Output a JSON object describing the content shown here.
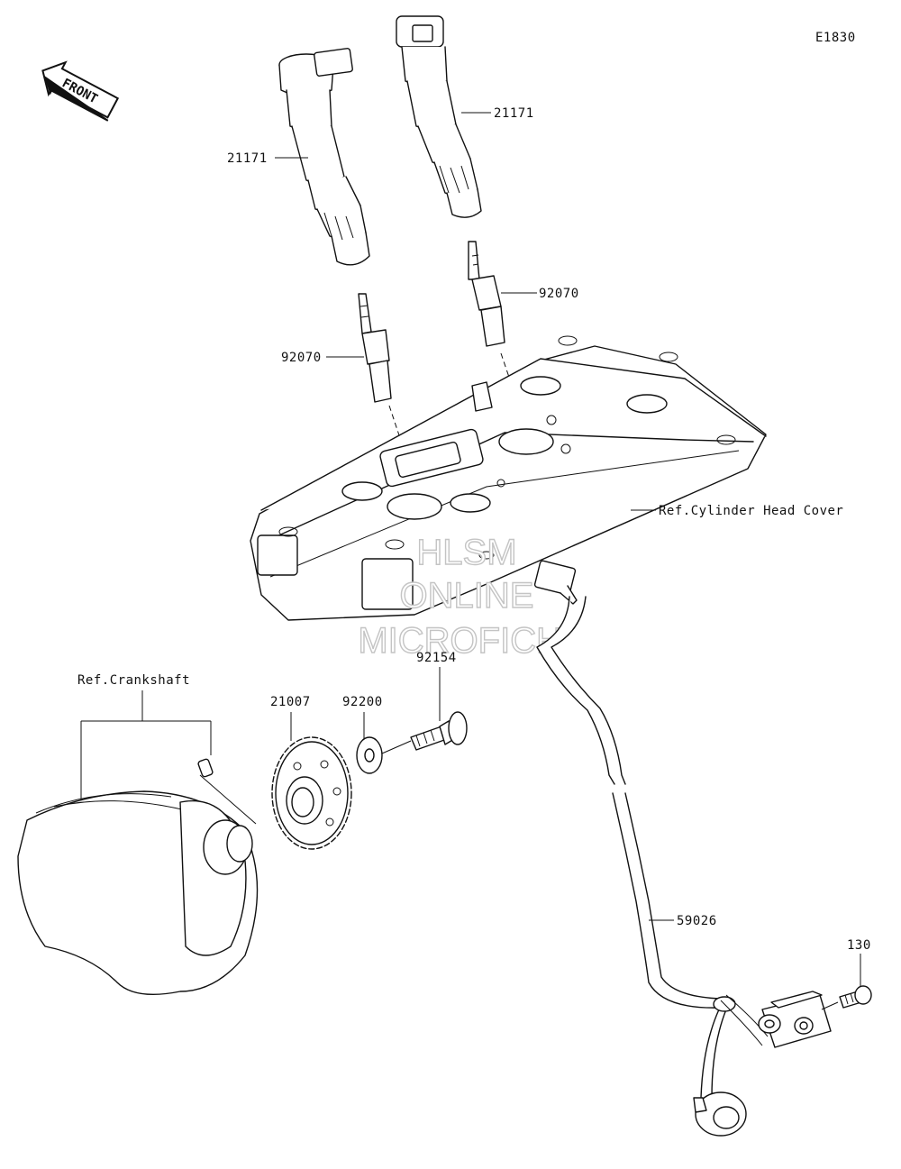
{
  "diagram_id": "E1830",
  "front_arrow_label": "FRONT",
  "watermark": {
    "line1": "HLSM",
    "line2": "ONLINE",
    "line3": "MICROFICHE"
  },
  "callouts": {
    "coil_left": "21171",
    "coil_right": "21171",
    "plug_right": "92070",
    "plug_left": "92070",
    "head_cover": "Ref.Cylinder Head Cover",
    "crankshaft": "Ref.Crankshaft",
    "timing_rotor": "21007",
    "washer": "92200",
    "bolt": "92154",
    "sensor": "59026",
    "sensor_bolt": "130"
  }
}
